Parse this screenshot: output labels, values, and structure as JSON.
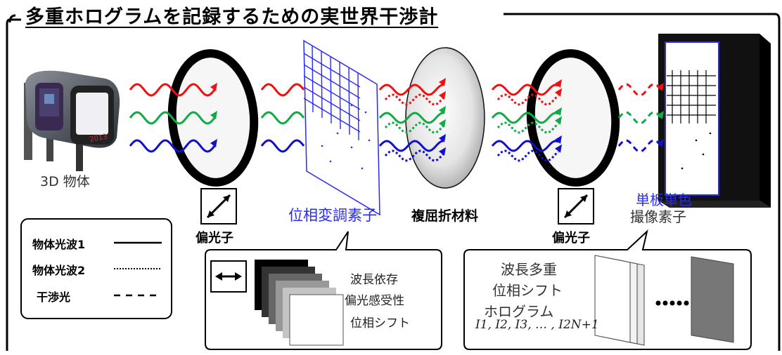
{
  "title": "多重ホログラムを記録するための実世界干渉計",
  "labels": {
    "object": "3D 物体",
    "polarizer_left": "偏光子",
    "polarizer_right": "偏光子",
    "slm": "位相変調素子",
    "birefringent": "複屈折材料",
    "camera_line1": "単板単色",
    "camera_line2": "撮像素子"
  },
  "legend": [
    {
      "label": "物体光波1",
      "style": "solid"
    },
    {
      "label": "物体光波2",
      "style": "dotted"
    },
    {
      "label": "干渉光",
      "style": "dashed"
    }
  ],
  "callout_left": {
    "lines": [
      "波長依存",
      "偏光感受性",
      "位相シフト"
    ]
  },
  "callout_right": {
    "lines": [
      "波長多重",
      "位相シフト",
      "ホログラム"
    ],
    "index_text": "I1, I2, I3, … , I2N+1"
  },
  "colors": {
    "red": "#ee1111",
    "green": "#11aa44",
    "blue": "#1111cc",
    "slm_blue": "#2a2af5"
  }
}
